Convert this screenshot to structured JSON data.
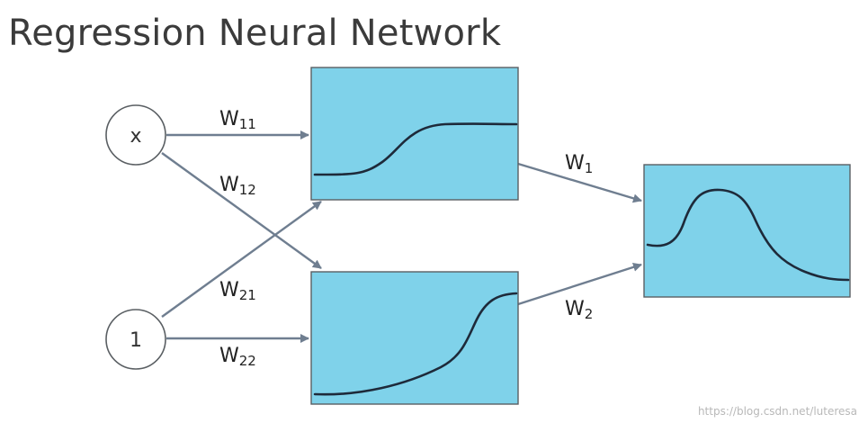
{
  "title": "Regression Neural Network",
  "nodes": {
    "input_x": "x",
    "input_bias": "1"
  },
  "weights": {
    "w11": {
      "base": "W",
      "sub": "11"
    },
    "w12": {
      "base": "W",
      "sub": "12"
    },
    "w21": {
      "base": "W",
      "sub": "21"
    },
    "w22": {
      "base": "W",
      "sub": "22"
    },
    "w1": {
      "base": "W",
      "sub": "1"
    },
    "w2": {
      "base": "W",
      "sub": "2"
    }
  },
  "colors": {
    "box_fill": "#7fd2ea",
    "arrow": "#6f7e90",
    "curve": "#1e2a3a"
  },
  "watermark": "https://blog.csdn.net/luteresa"
}
